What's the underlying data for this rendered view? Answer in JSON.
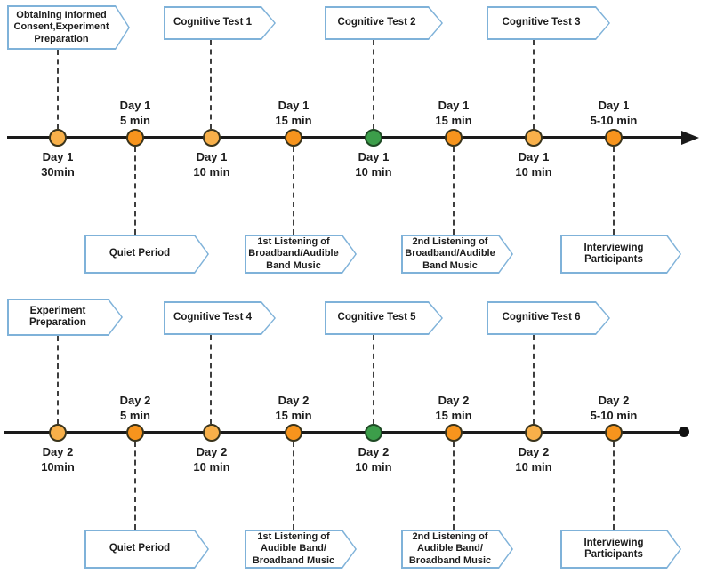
{
  "diagram": {
    "description": "Two-day experiment procedure timeline",
    "colors": {
      "box_border": "#7fb2d9",
      "circle_orange_light": "#f8b04a",
      "circle_orange_dark": "#f7941d",
      "circle_green": "#3c9e4a",
      "timeline_line": "#1a1a1a",
      "dashed_connector": "#3e3e3e"
    }
  },
  "day1": {
    "top_boxes": [
      {
        "label": "Obtaining Informed\nConsent,Experiment\nPreparation"
      },
      {
        "label": "Cognitive Test 1"
      },
      {
        "label": "Cognitive Test 2"
      },
      {
        "label": "Cognitive Test 3"
      }
    ],
    "points": [
      {
        "day": "Day 1",
        "time": "30min",
        "position": "below",
        "color": "orange-light"
      },
      {
        "day": "Day 1",
        "time": "5 min",
        "position": "above",
        "color": "orange-dark"
      },
      {
        "day": "Day 1",
        "time": "10 min",
        "position": "below",
        "color": "orange-light"
      },
      {
        "day": "Day 1",
        "time": "15 min",
        "position": "above",
        "color": "orange-dark"
      },
      {
        "day": "Day 1",
        "time": "10 min",
        "position": "below",
        "color": "green"
      },
      {
        "day": "Day 1",
        "time": "15 min",
        "position": "above",
        "color": "orange-dark"
      },
      {
        "day": "Day 1",
        "time": "10 min",
        "position": "below",
        "color": "orange-light"
      },
      {
        "day": "Day 1",
        "time": "5-10 min",
        "position": "above",
        "color": "orange-dark"
      }
    ],
    "bottom_boxes": [
      {
        "label": "Quiet Period"
      },
      {
        "label": "1st Listening of\nBroadband/Audible\nBand Music"
      },
      {
        "label": "2nd Listening of\nBroadband/Audible\nBand Music"
      },
      {
        "label": "Interviewing\nParticipants"
      }
    ],
    "end_marker": "arrow"
  },
  "day2": {
    "top_boxes": [
      {
        "label": "Experiment\nPreparation"
      },
      {
        "label": "Cognitive Test 4"
      },
      {
        "label": "Cognitive Test 5"
      },
      {
        "label": "Cognitive Test 6"
      }
    ],
    "points": [
      {
        "day": "Day 2",
        "time": "10min",
        "position": "below",
        "color": "orange-light"
      },
      {
        "day": "Day 2",
        "time": "5 min",
        "position": "above",
        "color": "orange-dark"
      },
      {
        "day": "Day 2",
        "time": "10 min",
        "position": "below",
        "color": "orange-light"
      },
      {
        "day": "Day 2",
        "time": "15 min",
        "position": "above",
        "color": "orange-dark"
      },
      {
        "day": "Day 2",
        "time": "10 min",
        "position": "below",
        "color": "green"
      },
      {
        "day": "Day 2",
        "time": "15 min",
        "position": "above",
        "color": "orange-dark"
      },
      {
        "day": "Day 2",
        "time": "10 min",
        "position": "below",
        "color": "orange-light"
      },
      {
        "day": "Day 2",
        "time": "5-10 min",
        "position": "above",
        "color": "orange-dark"
      }
    ],
    "bottom_boxes": [
      {
        "label": "Quiet Period"
      },
      {
        "label": "1st Listening of\nAudible Band/\nBroadband Music"
      },
      {
        "label": "2nd Listening of\nAudible Band/\nBroadband Music"
      },
      {
        "label": "Interviewing\nParticipants"
      }
    ],
    "end_marker": "dot"
  }
}
